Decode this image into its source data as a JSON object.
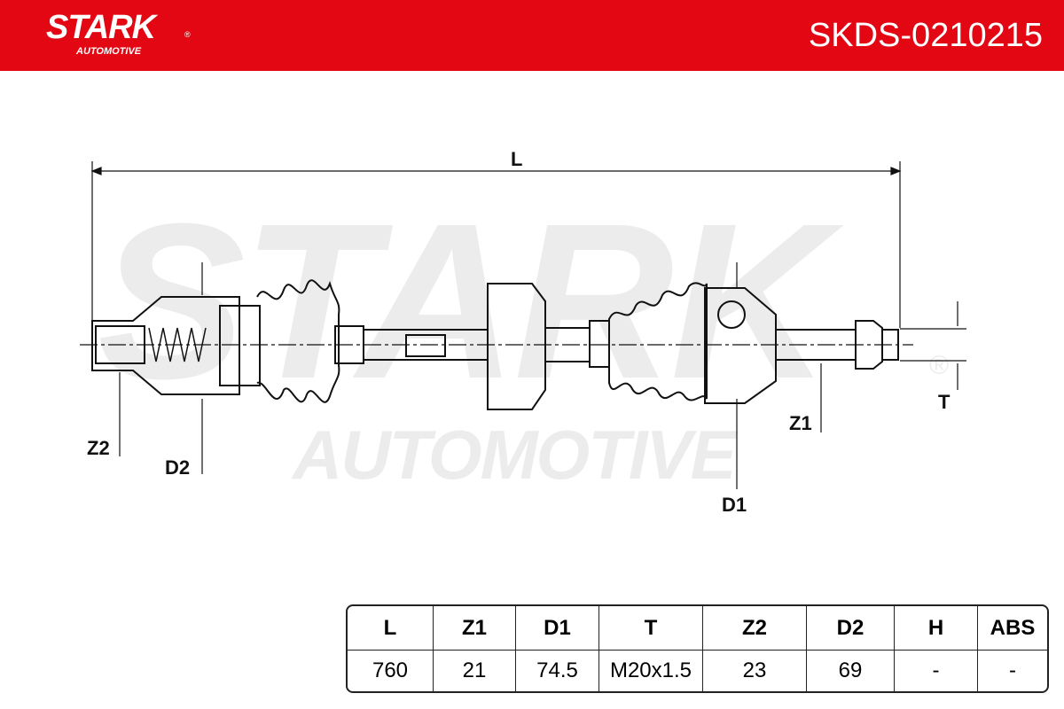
{
  "header": {
    "brand": "STARK",
    "brand_sub": "AUTOMOTIVE",
    "registered": "®",
    "part_number": "SKDS-0210215",
    "color": "#e30613"
  },
  "watermark": {
    "main": "STARK",
    "sub": "AUTOMOTIVE",
    "registered": "®"
  },
  "diagram": {
    "labels": {
      "L": "L",
      "Z2": "Z2",
      "D2": "D2",
      "D1": "D1",
      "Z1": "Z1",
      "T": "T"
    }
  },
  "table": {
    "headers": [
      "L",
      "Z1",
      "D1",
      "T",
      "Z2",
      "D2",
      "H",
      "ABS"
    ],
    "values": [
      "760",
      "21",
      "74.5",
      "M20x1.5",
      "23",
      "69",
      "-",
      "-"
    ]
  }
}
